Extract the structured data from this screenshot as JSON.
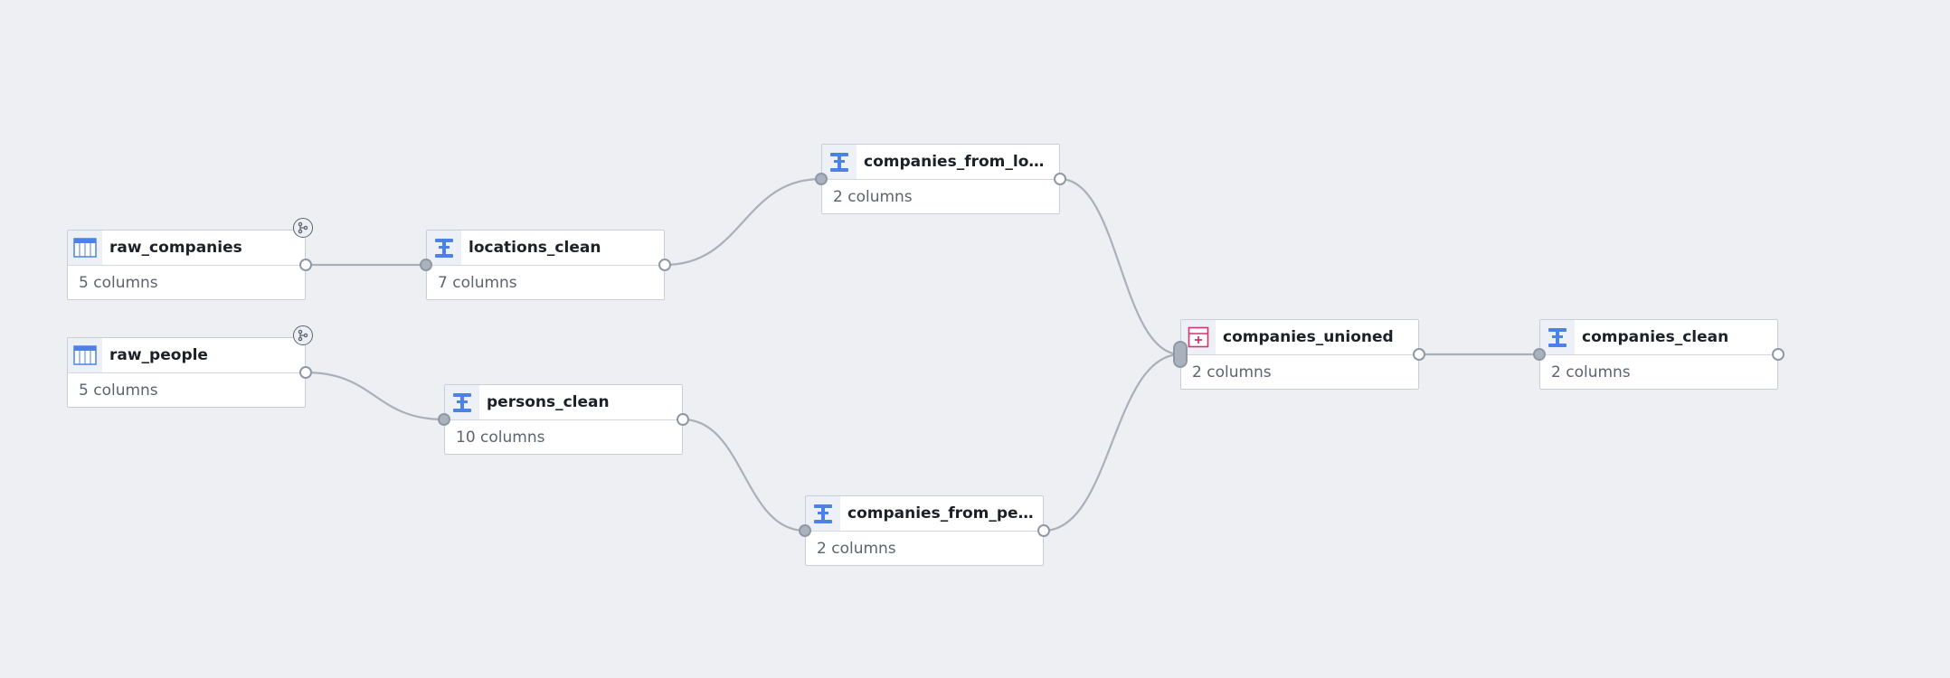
{
  "colors": {
    "canvas": "#edeff3",
    "edge": "#abb0b8",
    "transform_icon": "#4c82e8",
    "dataset_icon": "#4c82e8",
    "union_icon": "#d6336c"
  },
  "nodes": {
    "raw_companies": {
      "title": "raw_companies",
      "subtitle": "5 columns",
      "icon": "table-icon"
    },
    "raw_people": {
      "title": "raw_people",
      "subtitle": "5 columns",
      "icon": "table-icon"
    },
    "locations_clean": {
      "title": "locations_clean",
      "subtitle": "7 columns",
      "icon": "transform-icon"
    },
    "persons_clean": {
      "title": "persons_clean",
      "subtitle": "10 columns",
      "icon": "transform-icon"
    },
    "companies_from_locations": {
      "title": "companies_from_locatio…",
      "subtitle": "2 columns",
      "icon": "transform-icon"
    },
    "companies_from_people": {
      "title": "companies_from_people",
      "subtitle": "2 columns",
      "icon": "transform-icon"
    },
    "companies_unioned": {
      "title": "companies_unioned",
      "subtitle": "2 columns",
      "icon": "union-icon"
    },
    "companies_clean": {
      "title": "companies_clean",
      "subtitle": "2 columns",
      "icon": "transform-icon"
    }
  },
  "edges": [
    [
      "raw_companies",
      "locations_clean"
    ],
    [
      "locations_clean",
      "companies_from_locations"
    ],
    [
      "raw_people",
      "persons_clean"
    ],
    [
      "persons_clean",
      "companies_from_people"
    ],
    [
      "companies_from_locations",
      "companies_unioned"
    ],
    [
      "companies_from_people",
      "companies_unioned"
    ],
    [
      "companies_unioned",
      "companies_clean"
    ]
  ]
}
